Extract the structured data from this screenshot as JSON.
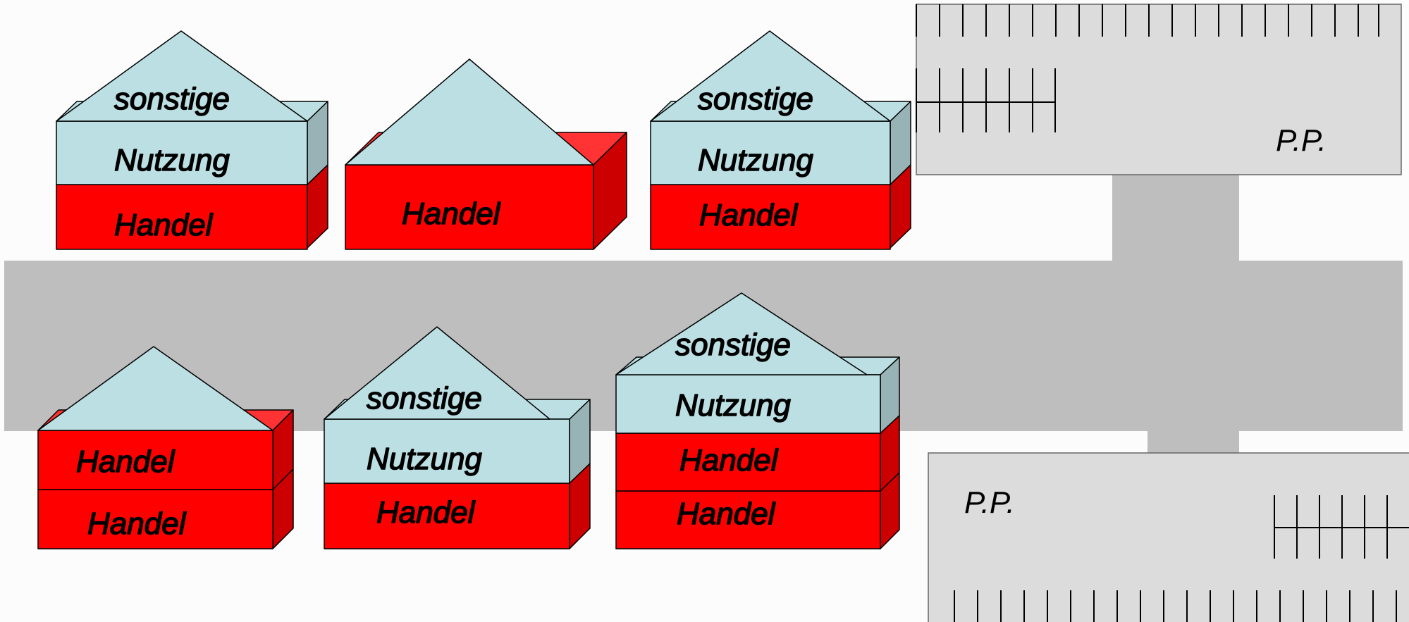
{
  "labels": {
    "sonstige": "sonstige",
    "nutzung": "Nutzung",
    "handel": "Handel",
    "parking": "P.P."
  },
  "colors": {
    "handel_front": "#ff0000",
    "handel_side": "#cc0000",
    "handel_top": "#ff3333",
    "other_front": "#bbdfe3",
    "other_side": "#98b3b5",
    "street": "#bebebe",
    "parking": "#dcdcdc"
  },
  "buildings": [
    {
      "floors": [
        "sonstige Nutzung",
        "Handel"
      ]
    },
    {
      "floors": [
        "Handel"
      ]
    },
    {
      "floors": [
        "sonstige Nutzung",
        "Handel"
      ]
    },
    {
      "floors": [
        "Handel",
        "Handel"
      ]
    },
    {
      "floors": [
        "sonstige Nutzung",
        "Handel"
      ]
    },
    {
      "floors": [
        "sonstige Nutzung",
        "Handel",
        "Handel"
      ]
    }
  ]
}
